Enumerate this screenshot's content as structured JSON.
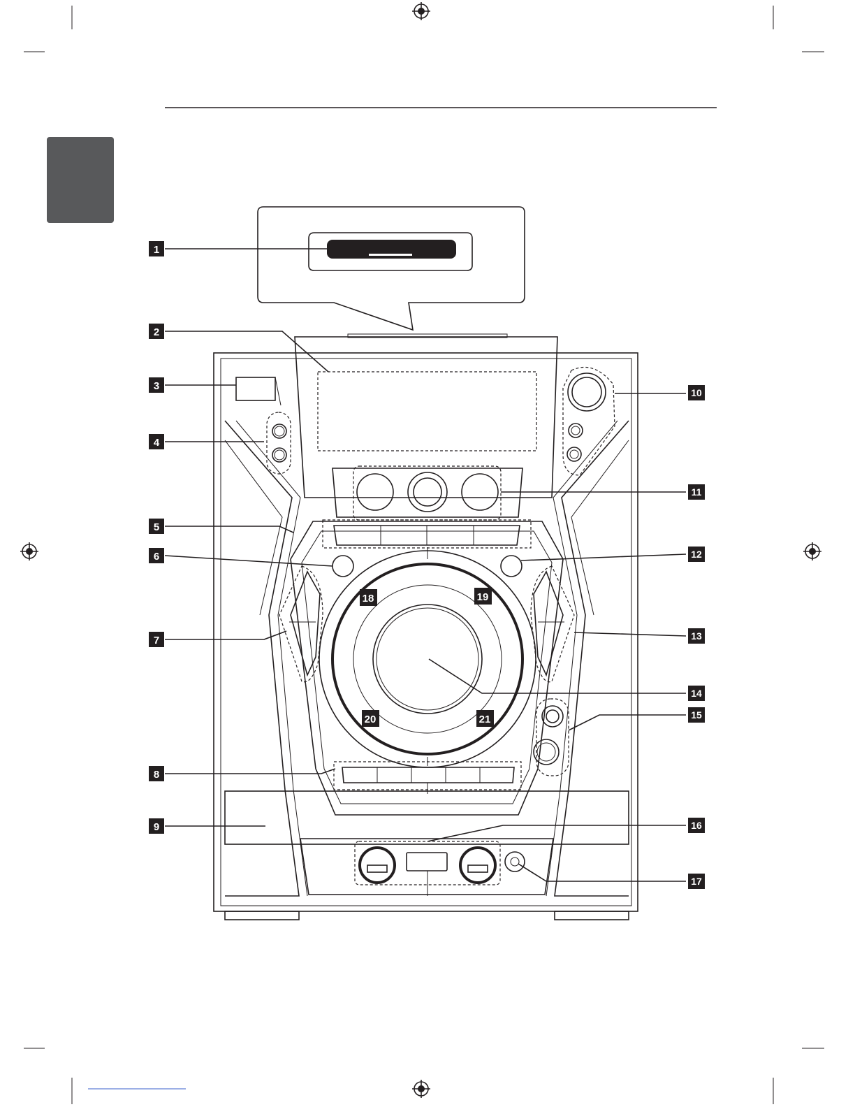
{
  "page": {
    "tab_color": "#58595b",
    "ink_color": "#231f20"
  },
  "callouts": [
    {
      "label": "1",
      "side": "left"
    },
    {
      "label": "2",
      "side": "left"
    },
    {
      "label": "3",
      "side": "left"
    },
    {
      "label": "4",
      "side": "left"
    },
    {
      "label": "5",
      "side": "left"
    },
    {
      "label": "6",
      "side": "left"
    },
    {
      "label": "7",
      "side": "left"
    },
    {
      "label": "8",
      "side": "left"
    },
    {
      "label": "9",
      "side": "left"
    },
    {
      "label": "10",
      "side": "right"
    },
    {
      "label": "11",
      "side": "right"
    },
    {
      "label": "12",
      "side": "right"
    },
    {
      "label": "13",
      "side": "right"
    },
    {
      "label": "14",
      "side": "right"
    },
    {
      "label": "15",
      "side": "right"
    },
    {
      "label": "16",
      "side": "right"
    },
    {
      "label": "17",
      "side": "right"
    },
    {
      "label": "18",
      "side": "inner"
    },
    {
      "label": "19",
      "side": "inner"
    },
    {
      "label": "20",
      "side": "inner"
    },
    {
      "label": "21",
      "side": "inner"
    }
  ]
}
